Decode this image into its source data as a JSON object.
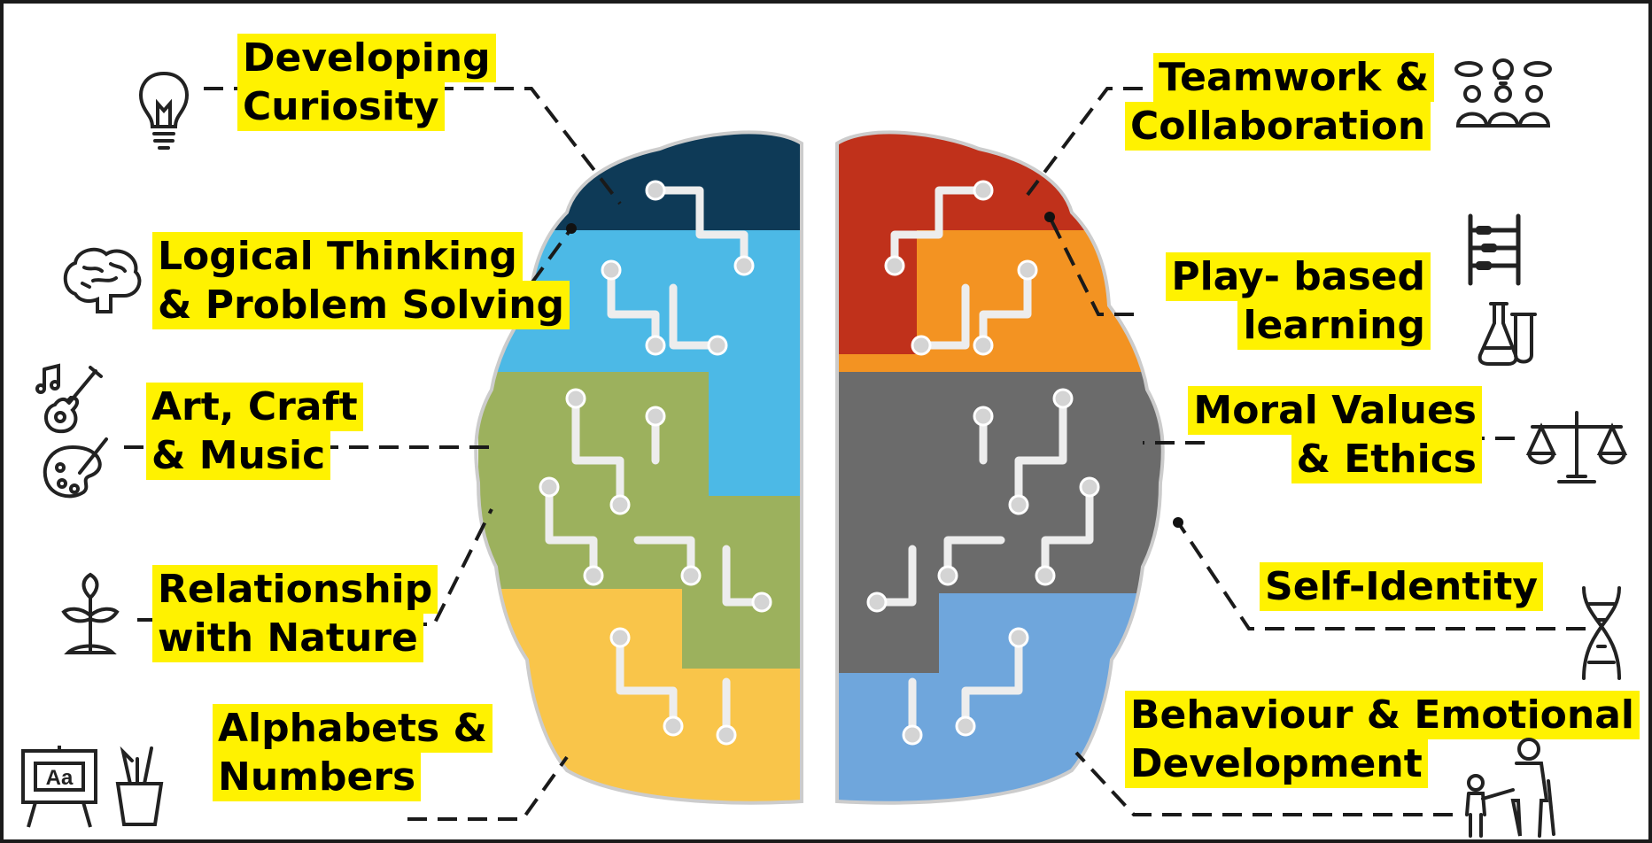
{
  "labels": {
    "developing_curiosity": [
      "Developing",
      "Curiosity"
    ],
    "logical_thinking": [
      "Logical Thinking",
      "& Problem Solving"
    ],
    "art_craft_music": [
      "Art, Craft",
      "& Music"
    ],
    "relationship_nature": [
      "Relationship",
      "with Nature"
    ],
    "alphabets_numbers": [
      "Alphabets &",
      "Numbers"
    ],
    "teamwork": [
      "Teamwork &",
      "Collaboration"
    ],
    "play_based": [
      "Play- based",
      "learning"
    ],
    "moral_values": [
      "Moral Values",
      "& Ethics"
    ],
    "self_identity": [
      "Self-Identity"
    ],
    "behaviour": [
      "Behaviour & Emotional",
      "Development"
    ]
  },
  "icons": {
    "left": [
      "lightbulb-icon",
      "brain-icon",
      "guitar-icon",
      "palette-icon",
      "plant-icon",
      "alphabet-board-icon",
      "brush-cup-icon"
    ],
    "right": [
      "team-icon",
      "abacus-icon",
      "flask-icon",
      "scales-icon",
      "dna-icon",
      "family-icon"
    ]
  },
  "colors": {
    "highlight": "#fff200",
    "navy": "#0e3a57",
    "sky_blue": "#4cb9e6",
    "olive_green": "#9cb15d",
    "yellow": "#f9c54a",
    "red": "#c0311b",
    "orange": "#f39322",
    "gray": "#6b6b6b",
    "light_blue": "#6fa6dc"
  }
}
